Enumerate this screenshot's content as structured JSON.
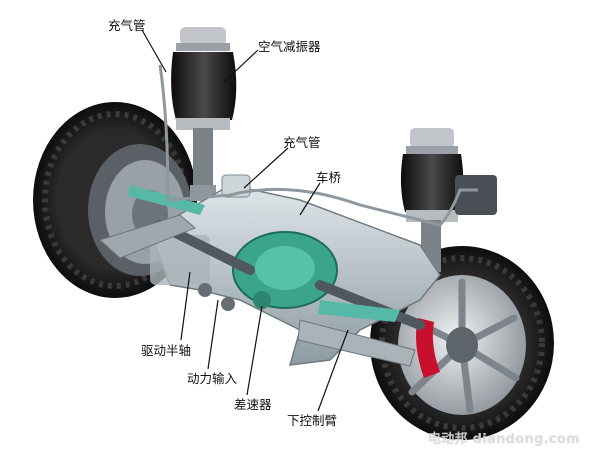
{
  "labels": {
    "air_pipe_top": "充气管",
    "air_spring": "空气减振器",
    "air_pipe_mid": "充气管",
    "axle": "车桥",
    "drive_shaft": "驱动半轴",
    "power_input": "动力输入",
    "differential": "差速器",
    "lower_control_arm": "下控制臂"
  },
  "watermark": "电动邦 diandong.com",
  "colors": {
    "tire": "#1a1a1a",
    "rim": "#c9ccd1",
    "brake_caliper": "#c8102e",
    "subframe": "#b8c4c9",
    "differential": "#3aa58a",
    "air_spring": "#222222",
    "leader_line": "#111111"
  }
}
